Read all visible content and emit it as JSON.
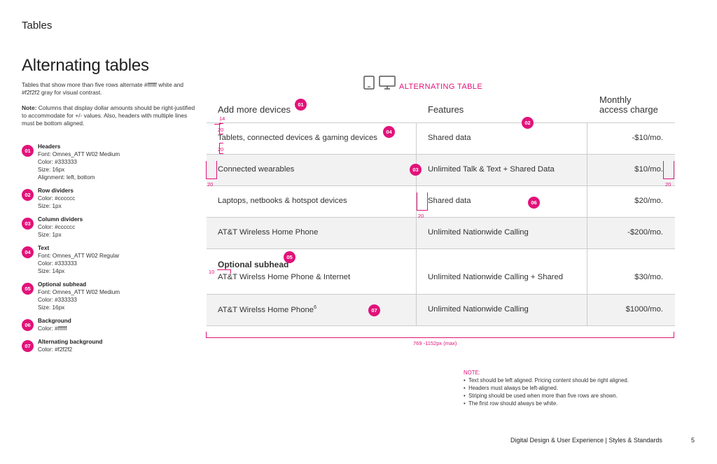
{
  "section_title": "Tables",
  "page_title": "Alternating tables",
  "intro": "Tables that show more than five rows alternate #ffffff white and #f2f2f2 gray for visual contrast.",
  "note": {
    "label": "Note:",
    "text": " Columns that display dollar amounts should be right-justified to accommodate for +/- values. Also, headers with multiple lines must be bottom aligned."
  },
  "legend": [
    {
      "num": "01",
      "title": "Headers",
      "lines": [
        "Font: Omnes_ATT W02 Medium",
        "Color: #333333",
        "Size: 16px",
        "Alignment: left, bottom"
      ]
    },
    {
      "num": "02",
      "title": "Row dividers",
      "lines": [
        "Color: #cccccc",
        "Size: 1px"
      ]
    },
    {
      "num": "03",
      "title": "Column dividers",
      "lines": [
        "Color: #cccccc",
        "Size: 1px"
      ]
    },
    {
      "num": "04",
      "title": "Text",
      "lines": [
        "Font: Omnes_ATT W02 Regular",
        "Color: #333333",
        "Size: 14px"
      ]
    },
    {
      "num": "05",
      "title": "Optional subhead",
      "lines": [
        "Font: Omnes_ATT W02 Medium",
        "Color: #333333",
        "Size: 16px"
      ]
    },
    {
      "num": "06",
      "title": "Background",
      "lines": [
        "Color: #ffffff"
      ]
    },
    {
      "num": "07",
      "title": "Alternating background",
      "lines": [
        "Color: #f2f2f2"
      ]
    }
  ],
  "alt_table_label": "ALTERNATING TABLE",
  "table": {
    "headers": [
      "Add more devices",
      "Features",
      "Monthly",
      "access charge"
    ],
    "rows": [
      [
        "Tablets, connected devices & gaming devices",
        "Shared data",
        "-$10/mo."
      ],
      [
        "Connected wearables",
        "Unlimited Talk & Text + Shared Data",
        "$10/mo."
      ],
      [
        "Laptops, netbooks & hotspot devices",
        "Shared data",
        "$20/mo."
      ],
      [
        "AT&T Wireless Home Phone",
        "Unlimited Nationwide Calling",
        "-$200/mo."
      ],
      [
        "AT&T Wirelss Home Phone & Internet",
        "Unlimited Nationwide Calling + Shared",
        "$30/mo."
      ],
      [
        "AT&T Wirelss Home Phone",
        "Unlimited Nationwide Calling",
        "$1000/mo."
      ]
    ],
    "subhead": "Optional subhead",
    "superscript": "6"
  },
  "markers": [
    "01",
    "02",
    "03",
    "04",
    "05",
    "06",
    "07"
  ],
  "measurements": {
    "m14": "14",
    "m20a": "20",
    "m20b": "20",
    "m20c": "20",
    "m20d": "20",
    "m20e": "20",
    "m10": "10",
    "width": "769 -1152px (max)"
  },
  "bottom_note": {
    "heading": "NOTE:",
    "items": [
      "Text should be left aligned. Pricing content should be right aligned.",
      "Headers must always be left-aligned.",
      "Striping should be used when more than five rows are shown.",
      "The first row should always be white."
    ]
  },
  "footer": "Digital Design & User Experience | Styles & Standards",
  "page_number": "5",
  "colors": {
    "accent": "#e2127a",
    "divider": "#cccccc",
    "alt_bg": "#f2f2f2",
    "text": "#333333"
  },
  "icons": [
    "tablet-icon",
    "monitor-icon"
  ]
}
